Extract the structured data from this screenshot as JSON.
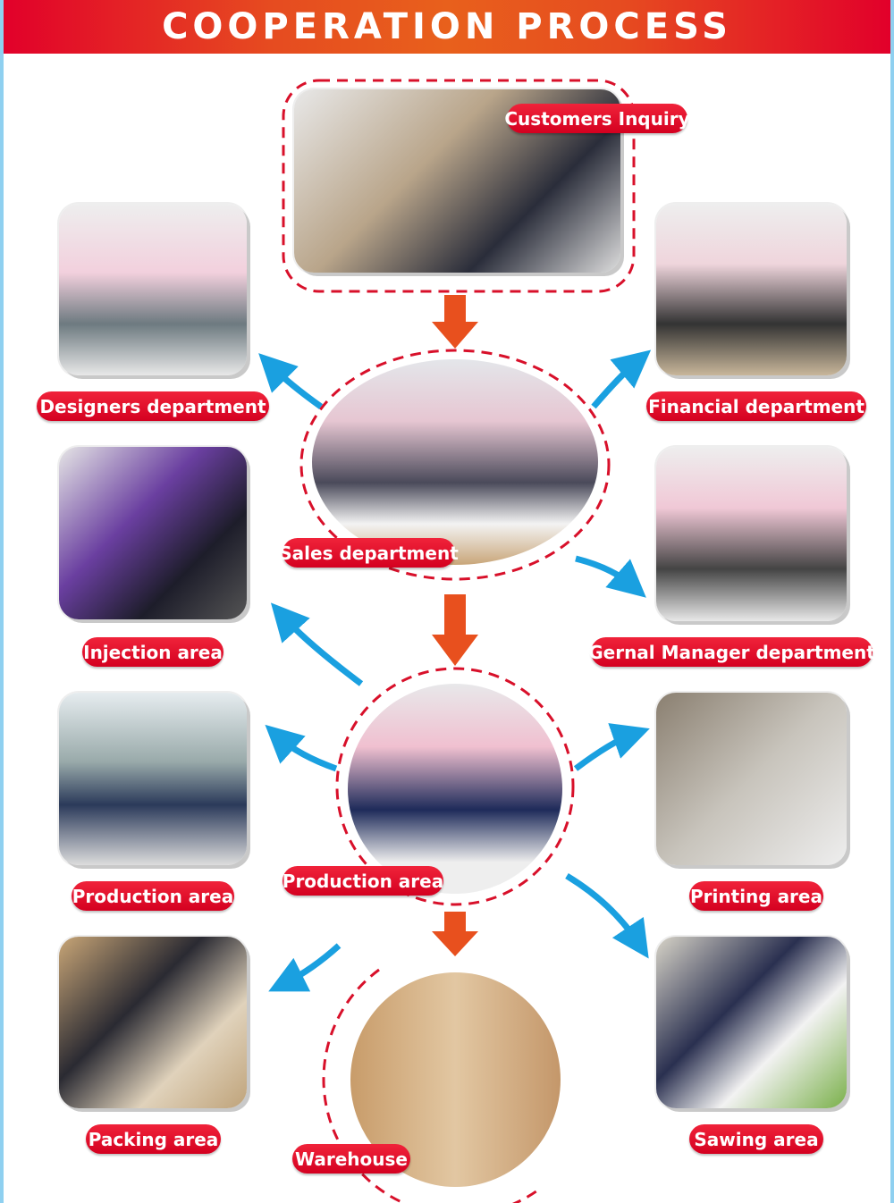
{
  "header": {
    "title": "COOPERATION PROCESS"
  },
  "steps": {
    "customers": "Customers Inquiry",
    "designers": "Designers department",
    "financial": "Financial department",
    "sales": "Sales department",
    "injection": "Injection area",
    "manager": "Gernal Manager department",
    "production_center": "Production area",
    "production_left": "Production area",
    "printing": "Printing area",
    "packing": "Packing area",
    "warehouse": "Warehouse",
    "sawing": "Sawing area"
  },
  "colors": {
    "header_red": "#e2002a",
    "label_red": "#e0102a",
    "arrow_orange": "#e8501e",
    "arrow_blue": "#1aa0e0"
  }
}
